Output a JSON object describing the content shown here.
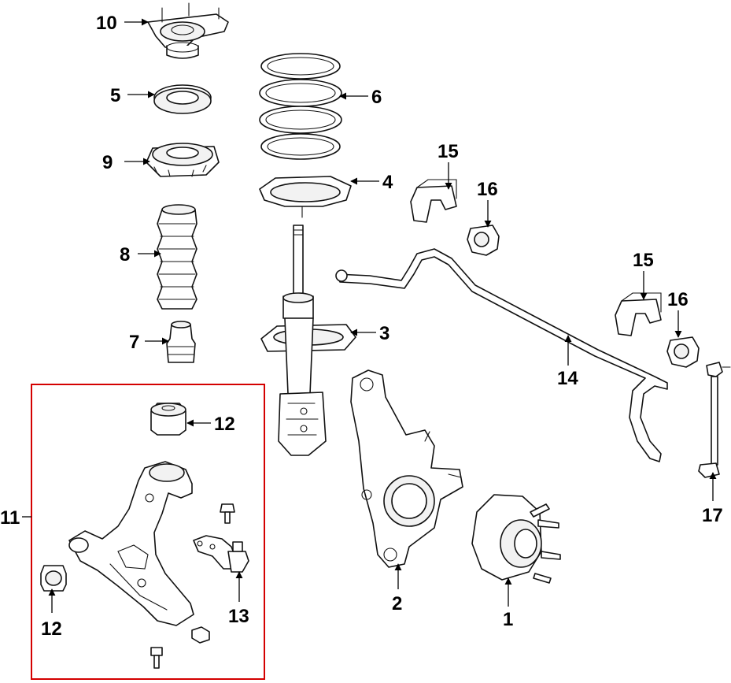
{
  "callouts": {
    "hub_bearing": "1",
    "knuckle": "2",
    "strut": "3",
    "lower_spring_seat": "4",
    "bearing": "5",
    "coil_spring": "6",
    "bump_stop": "7",
    "dust_boot": "8",
    "upper_spring_seat": "9",
    "strut_mount": "10",
    "lower_arm_assembly": "11",
    "bushing_top": "12",
    "bushing_left": "12",
    "ball_joint": "13",
    "stabilizer_bar": "14",
    "bracket_upper": "15",
    "bracket_lower": "15",
    "bar_bushing_upper": "16",
    "bar_bushing_lower": "16",
    "stabilizer_link": "17"
  },
  "colors": {
    "highlight_frame": "#d40000",
    "line": "#111111",
    "label": "#000000"
  }
}
